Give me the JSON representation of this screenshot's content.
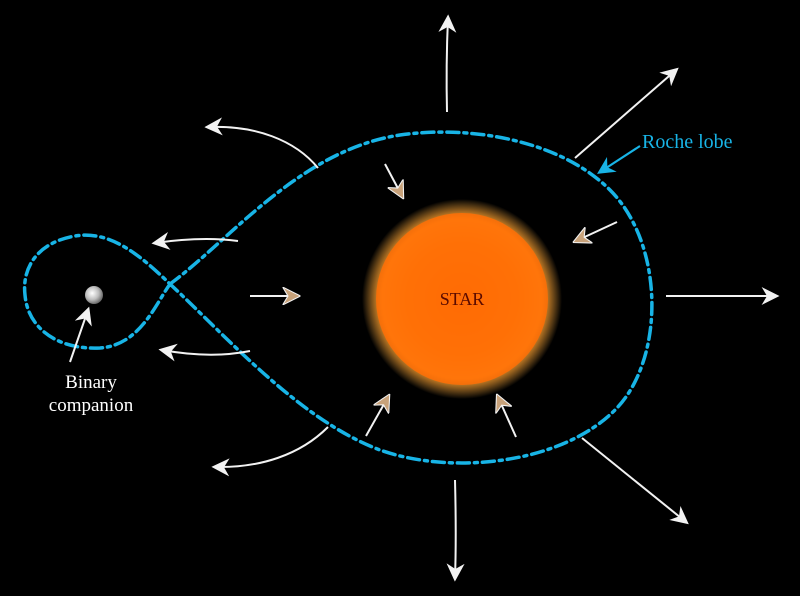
{
  "star": {
    "label": "STAR",
    "colors": {
      "core": "#ff6a00",
      "mid": "#ff8c1a",
      "glow": "#ffb347",
      "label": "#5a0a00"
    }
  },
  "roche_lobe": {
    "label": "Roche lobe",
    "color": "#18b4e6"
  },
  "companion": {
    "label_line1": "Binary",
    "label_line2": "companion",
    "color": "#cfcfcf"
  },
  "arrow_colors": {
    "outflow": "#f2f2f2",
    "inflow": "#c8a27a",
    "label": "#ffffff"
  }
}
